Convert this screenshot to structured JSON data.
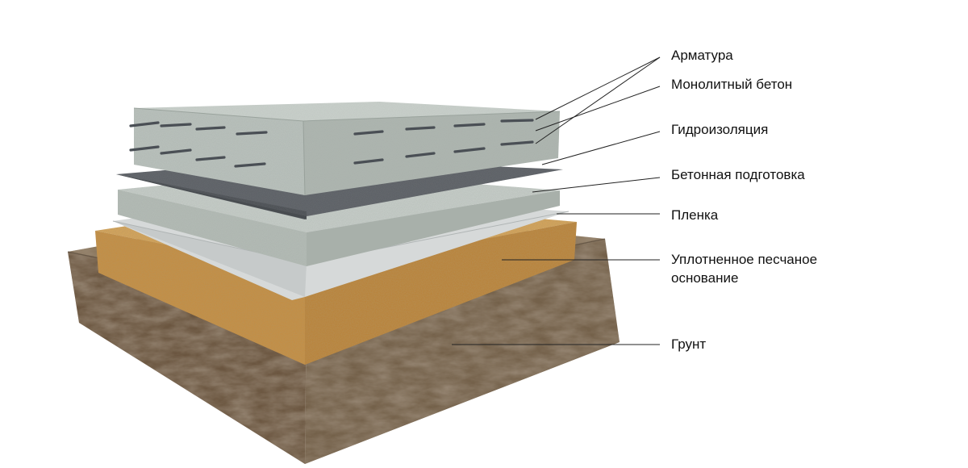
{
  "labels": {
    "rebar": "Арматура",
    "monolithic_concrete": "Монолитный бетон",
    "waterproofing": "Гидроизоляция",
    "concrete_preparation": "Бетонная подготовка",
    "film": "Пленка",
    "compacted_sand_line1": "Уплотненное песчаное",
    "compacted_sand_line2": "основание",
    "soil": "Грунт"
  },
  "colors": {
    "soil": "#6e5a44",
    "sand": "#c7954b",
    "film": "#d9dcdc",
    "concrete_preparation": "#b4bdb7",
    "waterproofing": "#55595e",
    "monolithic_concrete": "#b8c1bb",
    "rebar": "#4a4f55",
    "leader_line": "#222222"
  }
}
